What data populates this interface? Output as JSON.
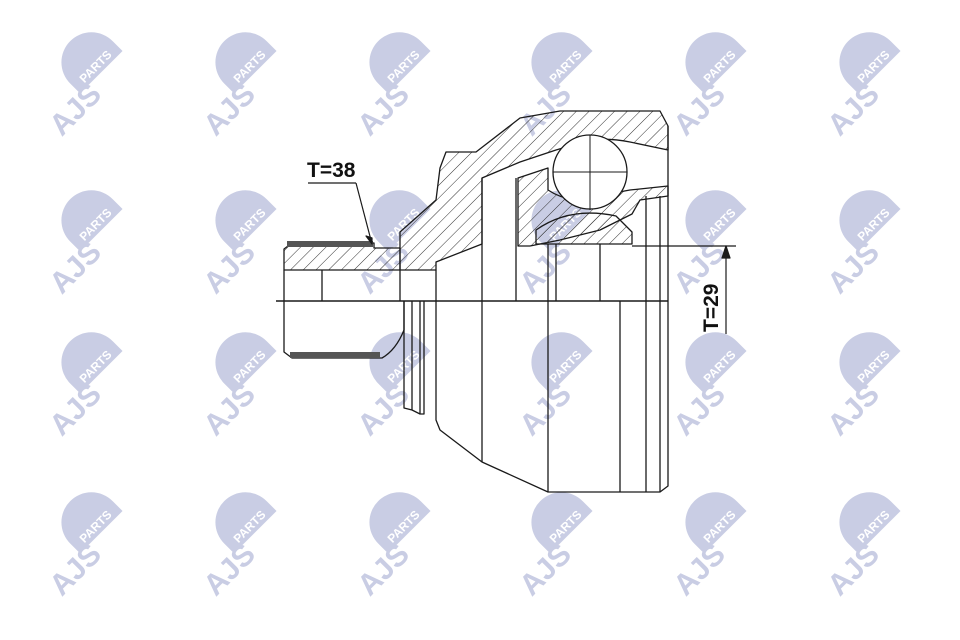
{
  "drawing": {
    "subject": "CV joint outer",
    "colors": {
      "line": "#1a1a1a",
      "hatch": "#333333",
      "background": "#ffffff",
      "watermark": "#c9cde4",
      "watermark_text": "#ffffff"
    },
    "dimensions": [
      {
        "id": "spline-left",
        "label": "T=38"
      },
      {
        "id": "spline-right",
        "label": "T=29"
      }
    ]
  },
  "watermark": {
    "brand": "AJS",
    "sub": "PARTS",
    "columns": 6,
    "rows": 4
  }
}
